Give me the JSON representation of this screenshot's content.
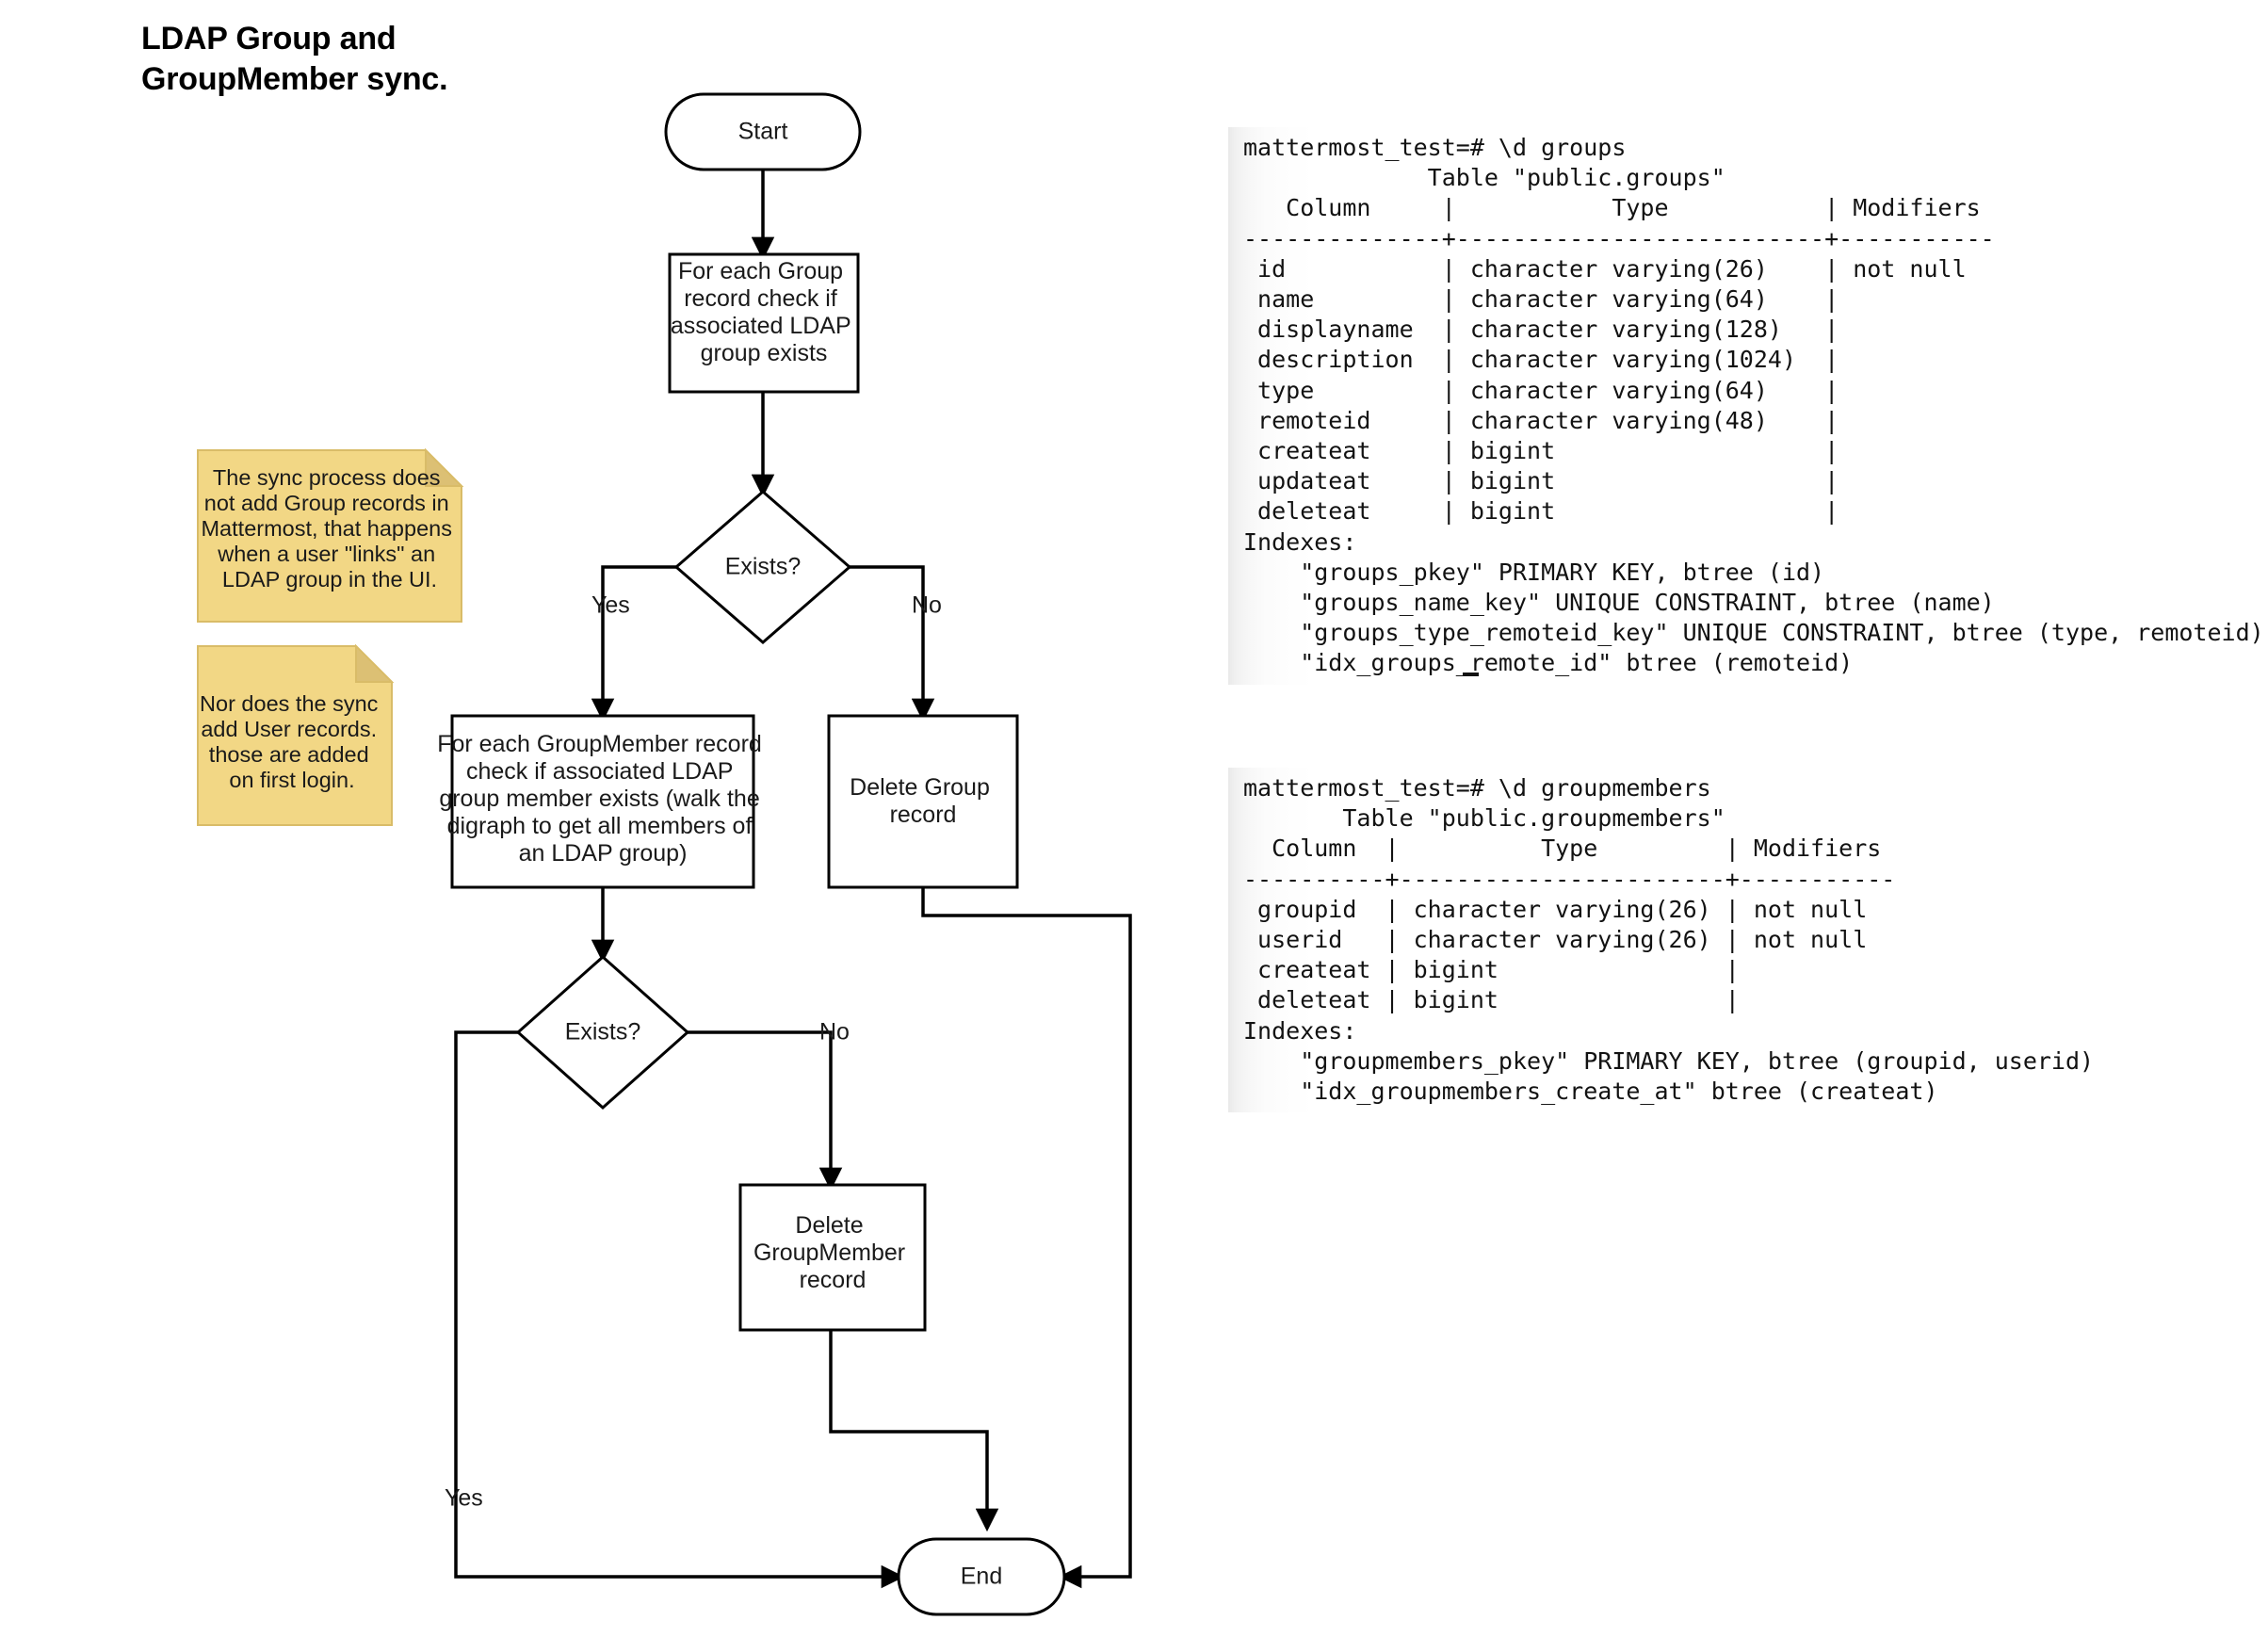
{
  "title": {
    "line1": "LDAP Group and",
    "line2": "GroupMember sync."
  },
  "flowchart": {
    "nodes": {
      "start": {
        "label": "Start",
        "shape": "terminator"
      },
      "for_each_group": {
        "lines": [
          "For each Group",
          "record check if",
          "associated LDAP",
          "group exists"
        ],
        "shape": "process"
      },
      "exists_1": {
        "label": "Exists?",
        "shape": "decision"
      },
      "for_each_groupmember": {
        "lines": [
          "For each GroupMember record",
          "check if associated LDAP",
          "group member exists (walk the",
          "digraph to get all members of",
          "an LDAP group)"
        ],
        "shape": "process"
      },
      "delete_group": {
        "lines": [
          "Delete Group",
          "record"
        ],
        "shape": "process"
      },
      "exists_2": {
        "label": "Exists?",
        "shape": "decision"
      },
      "delete_groupmember": {
        "lines": [
          "Delete",
          "GroupMember",
          "record"
        ],
        "shape": "process"
      },
      "end": {
        "label": "End",
        "shape": "terminator"
      }
    },
    "edge_labels": {
      "exists1_yes": "Yes",
      "exists1_no": "No",
      "exists2_no": "No",
      "exists2_yes": "Yes"
    },
    "notes": [
      {
        "lines": [
          "The sync process does",
          "not add Group records in",
          "Mattermost, that happens",
          "when a user \"links\" an",
          "LDAP group in the UI."
        ]
      },
      {
        "lines": [
          "Nor does the sync",
          "add User records.",
          "those are added",
          "on first login."
        ]
      }
    ],
    "colors": {
      "note_fill": "#f2d785",
      "note_fold": "#dcc074",
      "stroke": "#000000",
      "shape_fill": "#ffffff"
    }
  },
  "terminals": {
    "groups": "mattermost_test=# \\d groups\n             Table \"public.groups\"\n   Column     |           Type           | Modifiers\n--------------+--------------------------+-----------\n id           | character varying(26)    | not null\n name         | character varying(64)    |\n displayname  | character varying(128)   |\n description  | character varying(1024)  |\n type         | character varying(64)    |\n remoteid     | character varying(48)    |\n createat     | bigint                   |\n updateat     | bigint                   |\n deleteat     | bigint                   |\nIndexes:\n    \"groups_pkey\" PRIMARY KEY, btree (id)\n    \"groups_name_key\" UNIQUE CONSTRAINT, btree (name)\n    \"groups_type_remoteid_key\" UNIQUE CONSTRAINT, btree (type, remoteid)\n    \"idx_groups_remote_id\" btree (remoteid)",
    "groupmembers": "mattermost_test=# \\d groupmembers\n       Table \"public.groupmembers\"\n  Column  |          Type         | Modifiers\n----------+-----------------------+-----------\n groupid  | character varying(26) | not null\n userid   | character varying(26) | not null\n createat | bigint                |\n deleteat | bigint                |\nIndexes:\n    \"groupmembers_pkey\" PRIMARY KEY, btree (groupid, userid)\n    \"idx_groupmembers_create_at\" btree (createat)"
  }
}
